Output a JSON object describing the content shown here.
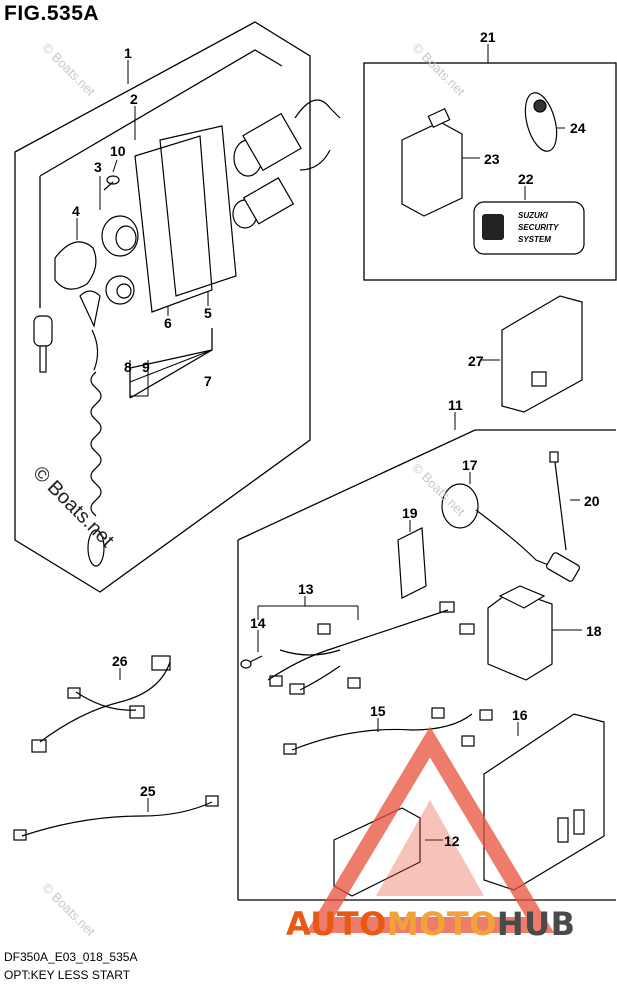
{
  "figure": {
    "title": "FIG.535A",
    "model_code": "DF350A_E03_018_535A",
    "subtitle": "OPT:KEY LESS START"
  },
  "callouts": [
    "1",
    "2",
    "3",
    "4",
    "5",
    "6",
    "7",
    "8",
    "9",
    "10",
    "11",
    "12",
    "13",
    "14",
    "15",
    "16",
    "17",
    "18",
    "19",
    "20",
    "21",
    "22",
    "23",
    "24",
    "25",
    "26",
    "27"
  ],
  "security_label": {
    "line1": "SUZUKI",
    "line2": "SECURITY",
    "line3": "SYSTEM"
  },
  "watermarks": {
    "small": "© Boats.net",
    "big": "© Boats.net"
  },
  "brand": {
    "part1": "AUTO",
    "part2": "MOTO",
    "part3": "HUB"
  },
  "colors": {
    "line": "#000000",
    "logo_red": "#e8503a",
    "logo_orange": "#f2a23a",
    "logo_gray": "#4a4a4a"
  }
}
